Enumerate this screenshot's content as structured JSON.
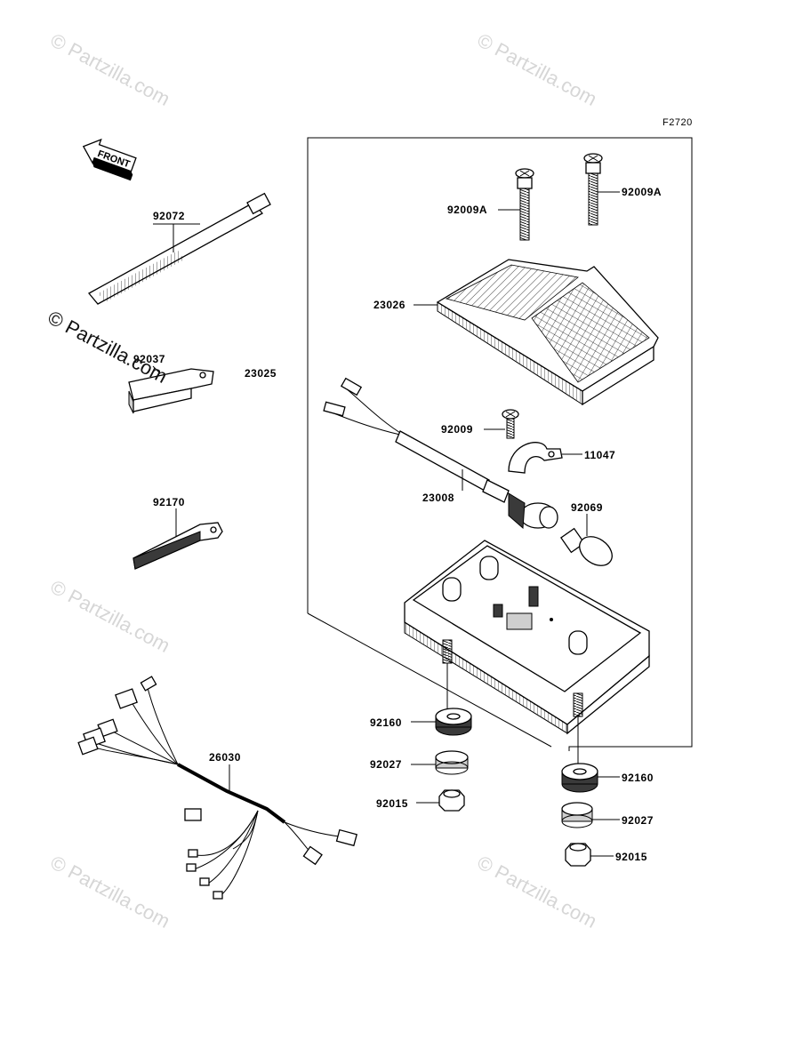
{
  "figure_code": "F2720",
  "front_label": "FRONT",
  "watermarks": {
    "light": "© Partzilla.com",
    "dark": "© Partzilla.com"
  },
  "parts": {
    "p92072": "92072",
    "p92037": "92037",
    "p92170": "92170",
    "p26030": "26030",
    "p23025": "23025",
    "p92009A_left": "92009A",
    "p92009A_right": "92009A",
    "p23026": "23026",
    "p92009": "92009",
    "p11047": "11047",
    "p23008": "23008",
    "p92069": "92069",
    "p92160_left": "92160",
    "p92027_left": "92027",
    "p92015_left": "92015",
    "p92160_right": "92160",
    "p92027_right": "92027",
    "p92015_right": "92015"
  }
}
